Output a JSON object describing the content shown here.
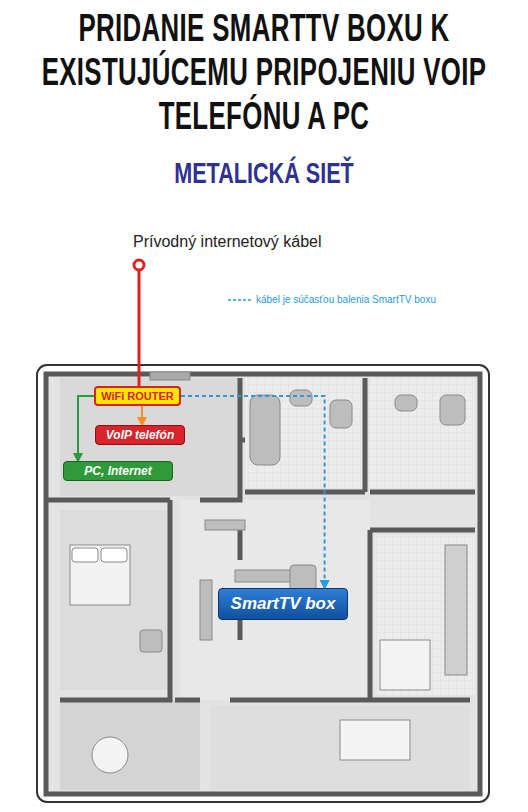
{
  "diagram": {
    "title": "PRIDANIE SMARTTV BOXU K EXISTUJÚCEMU PRIPOJENIU VOIP TELEFÓNU A PC",
    "nodes": [
      {
        "text": [
          "WiFi ROUTER"
        ]
      },
      {
        "text": [
          "VoIP telefón"
        ]
      },
      {
        "text": [
          "PC, Internet"
        ]
      },
      {
        "text": [
          "SmartTV box"
        ]
      }
    ],
    "edges": [
      {
        "from": 0,
        "to": 1,
        "arrow": "to"
      },
      {
        "from": 0,
        "to": 2,
        "arrow": "to"
      },
      {
        "from": 0,
        "to": 3,
        "arrow": "to"
      }
    ],
    "labels": [
      "METALICKÁ SIEŤ",
      "Prívodný internetový kábel"
    ],
    "legend": [
      {
        "text": "kábel je súčasťou balenia SmartTV boxu"
      }
    ]
  }
}
